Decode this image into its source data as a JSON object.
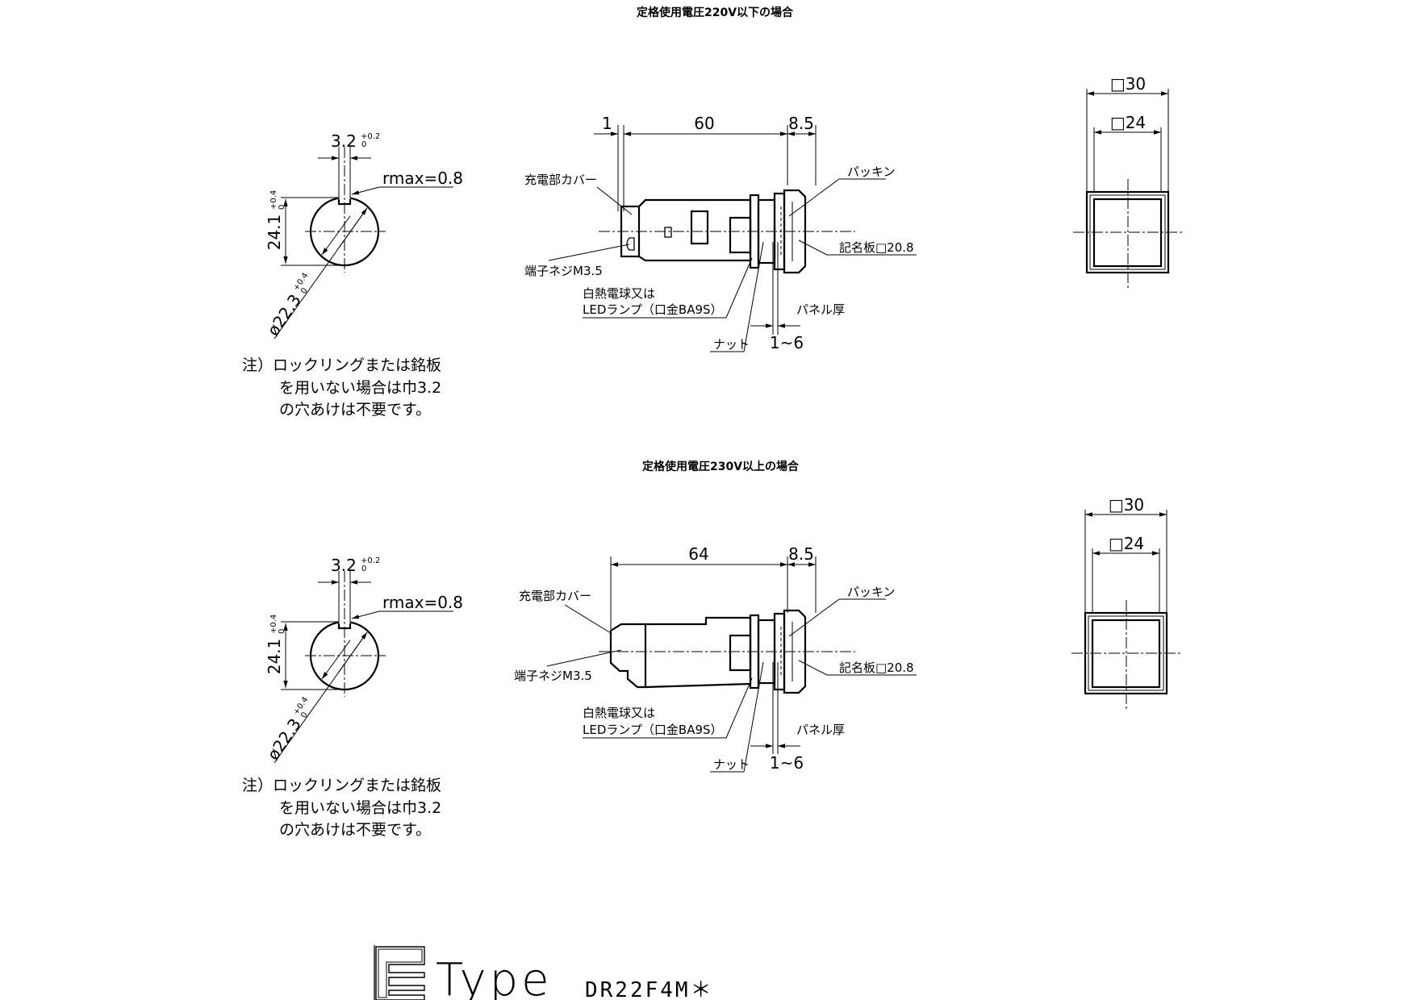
{
  "sections": [
    {
      "title": "定格使用電圧220V以下の場合",
      "hole": {
        "slot_width": "3.2",
        "slot_tol": "+0.2",
        "slot_tol_low": "0",
        "r_max": "rmax=0.8",
        "height": "24.1",
        "height_tol": "+0.4",
        "height_tol_low": "0",
        "diameter": "ø22.3",
        "diameter_tol": "+0.4",
        "diameter_tol_low": "0"
      },
      "note": [
        "注）ロックリングまたは銘板",
        "を用いない場合は巾3.2",
        "の穴あけは不要です。"
      ],
      "side": {
        "dim_a": "1",
        "dim_body": "60",
        "dim_head": "8.5",
        "cover": "充電部カバー",
        "packing": "パッキン",
        "nameplate": "記名板□20.8",
        "terminal": "端子ネジM3.5",
        "lamp_1": "白熱電球又は",
        "lamp_2": "LEDランプ（口金BA9S）",
        "nut": "ナット",
        "panel": "パネル厚",
        "panel_range": "1~6"
      },
      "front": {
        "outer": "□30",
        "inner": "□24"
      }
    },
    {
      "title": "定格使用電圧230V以上の場合",
      "hole": {
        "slot_width": "3.2",
        "slot_tol": "+0.2",
        "slot_tol_low": "0",
        "r_max": "rmax=0.8",
        "height": "24.1",
        "height_tol": "+0.4",
        "height_tol_low": "0",
        "diameter": "ø22.3",
        "diameter_tol": "+0.4",
        "diameter_tol_low": "0"
      },
      "note": [
        "注）ロックリングまたは銘板",
        "を用いない場合は巾3.2",
        "の穴あけは不要です。"
      ],
      "side": {
        "dim_body": "64",
        "dim_head": "8.5",
        "cover": "充電部カバー",
        "packing": "パッキン",
        "nameplate": "記名板□20.8",
        "terminal": "端子ネジM3.5",
        "lamp_1": "白熱電球又は",
        "lamp_2": "LEDランプ（口金BA9S）",
        "nut": "ナット",
        "panel": "パネル厚",
        "panel_range": "1~6"
      },
      "front": {
        "outer": "□30",
        "inner": "□24"
      }
    }
  ],
  "footer": {
    "type_word": "Type",
    "model": "DR22F4M＊"
  }
}
